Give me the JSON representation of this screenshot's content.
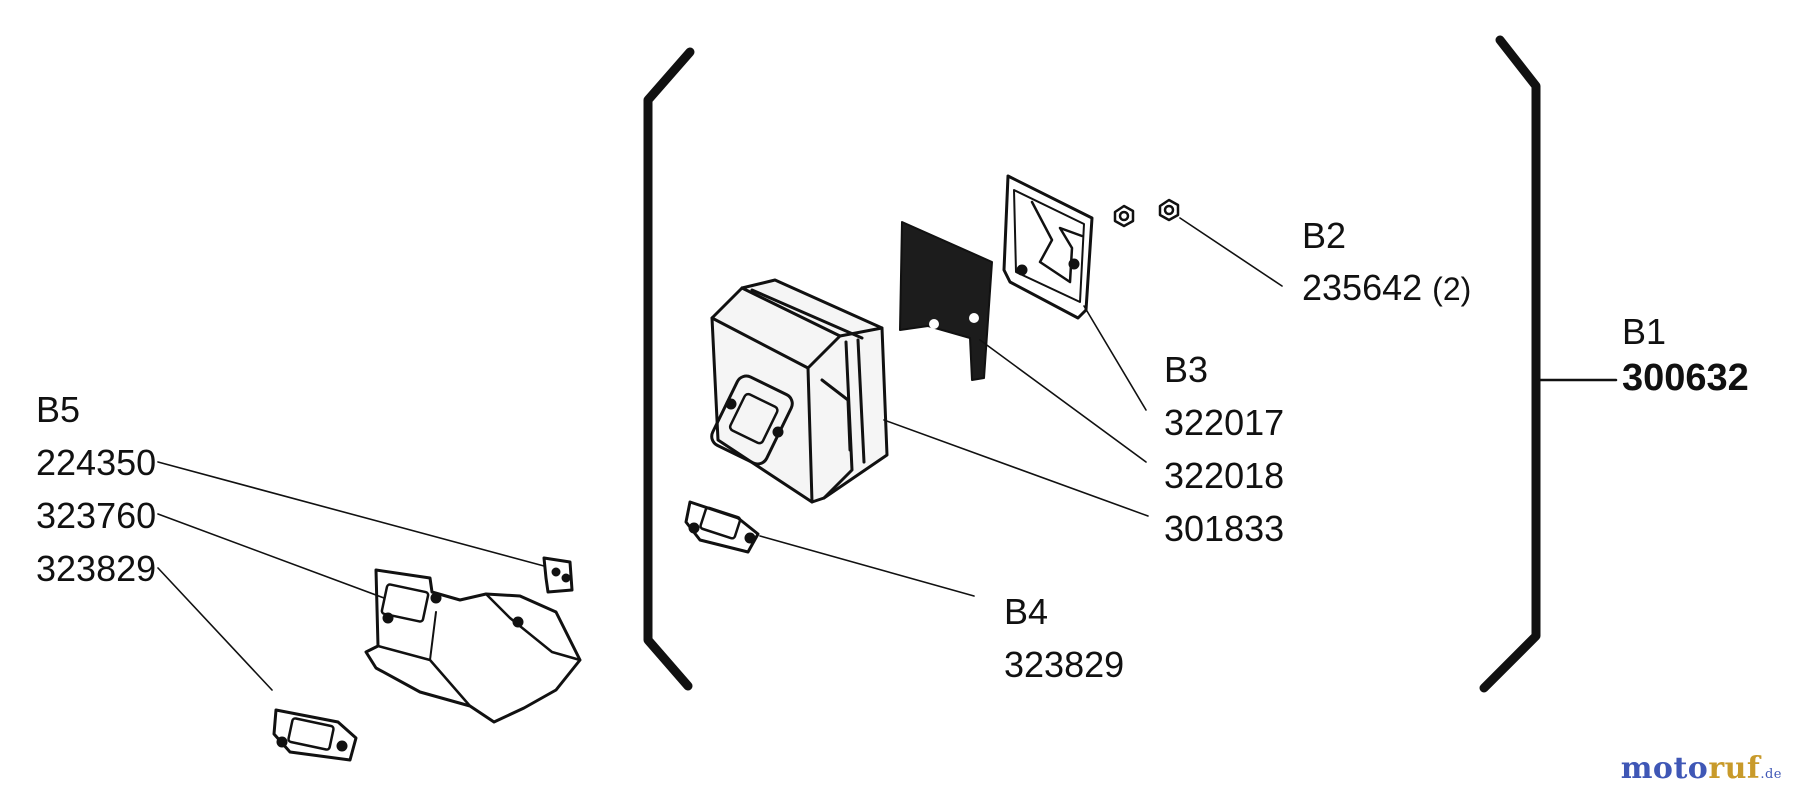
{
  "labels": {
    "b1_ref": "B1",
    "b1_part": "300632",
    "b2_ref": "B2",
    "b2_part": "235642",
    "b2_qty": "(2)",
    "b3_ref": "B3",
    "b3_part_a": "322017",
    "b3_part_b": "322018",
    "b3_part_c": "301833",
    "b4_ref": "B4",
    "b4_part": "323829",
    "b5_ref": "B5",
    "b5_part_a": "224350",
    "b5_part_b": "323760",
    "b5_part_c": "323829"
  },
  "watermark": {
    "part1": "moto",
    "part2": "ruf",
    "part3": ".de"
  },
  "colors": {
    "ink": "#111111",
    "watermark_blue": "#3f57b6",
    "watermark_gold": "#c89a2a"
  }
}
